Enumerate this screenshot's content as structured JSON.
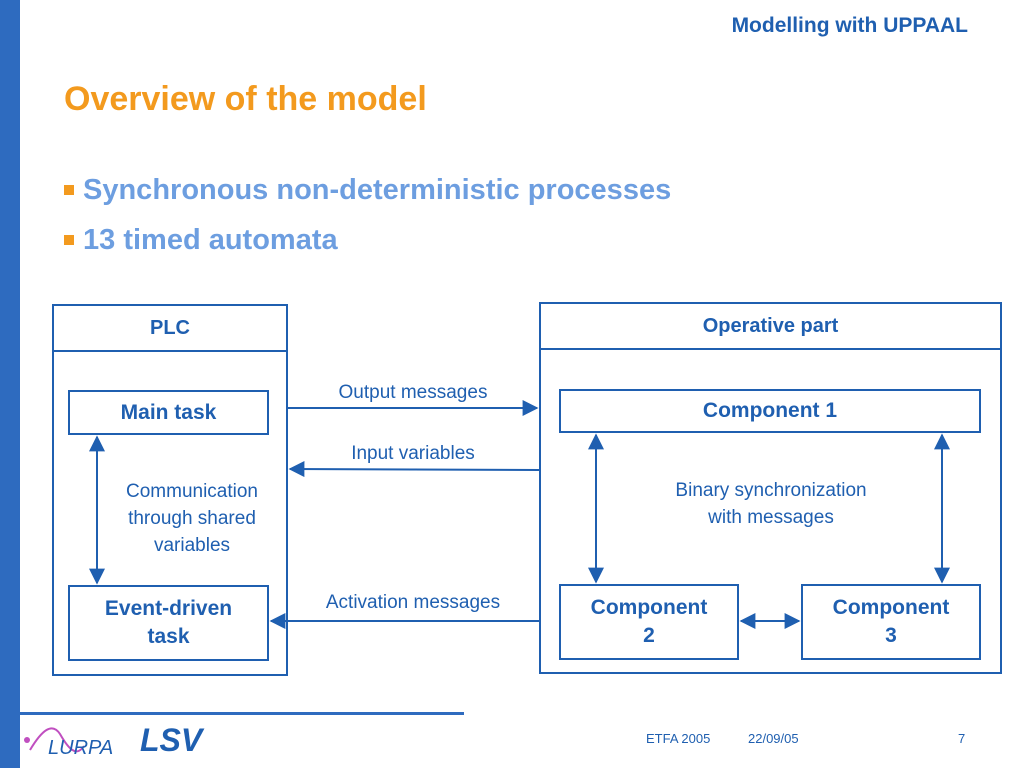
{
  "header": {
    "title": "Modelling with UPPAAL"
  },
  "slide": {
    "title": "Overview of the model"
  },
  "bullets": [
    "Synchronous non-deterministic processes",
    "13 timed automata"
  ],
  "diagram": {
    "plc": {
      "title": "PLC",
      "main_task": "Main task",
      "event_task": "Event-driven\ntask",
      "comm_label": "Communication\nthrough shared\nvariables"
    },
    "operative": {
      "title": "Operative part",
      "component1": "Component 1",
      "component2": "Component\n2",
      "component3": "Component\n3",
      "sync_label": "Binary synchronization\nwith messages"
    },
    "links": {
      "output": "Output messages",
      "input": "Input variables",
      "activation": "Activation messages"
    }
  },
  "footer": {
    "logo_text": "LURPA",
    "lsv": "LSV",
    "conference": "ETFA 2005",
    "date": "22/09/05",
    "page": "7"
  },
  "colors": {
    "accent": "#1f5fb0",
    "sidebar": "#2e6bbf",
    "title": "#f39a1e",
    "bullet_text": "#6d9ee0"
  }
}
